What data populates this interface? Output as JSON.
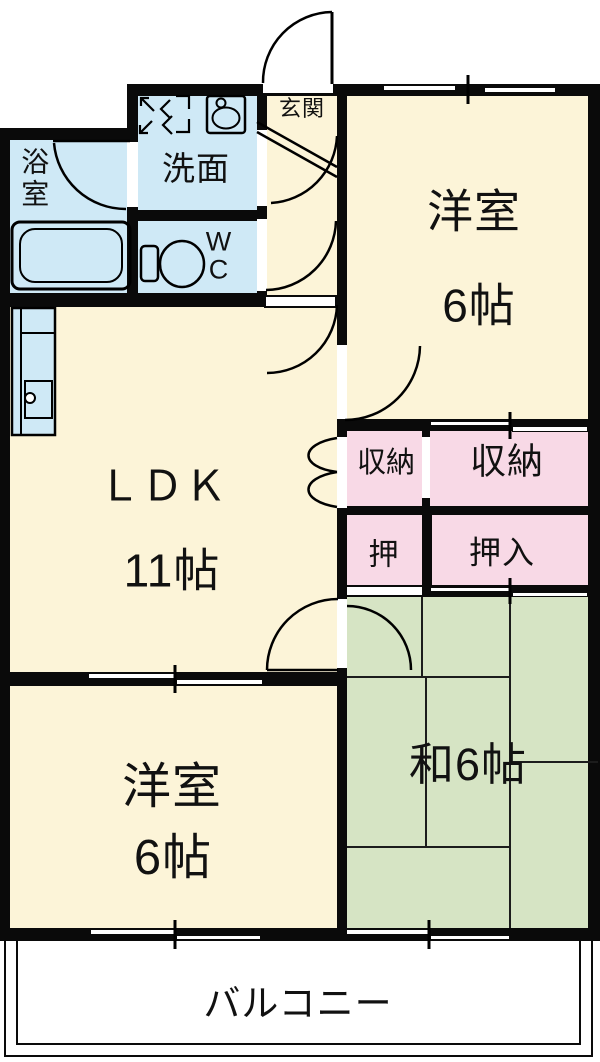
{
  "plan": {
    "type": "apartment-floor-plan",
    "rooms": {
      "genkan": {
        "label": "玄関"
      },
      "senmen": {
        "label": "洗面"
      },
      "wc": {
        "label": "W\nC"
      },
      "yokushitsu": {
        "label": "浴室"
      },
      "youshitsu_top": {
        "label": "洋室",
        "size": "6帖"
      },
      "ldk": {
        "label": "ＬＤＫ",
        "size": "11帖"
      },
      "shunou_left": {
        "label": "収納"
      },
      "shunou_right": {
        "label": "収納"
      },
      "oshi": {
        "label": "押"
      },
      "oshiire": {
        "label": "押入"
      },
      "washitsu": {
        "label": "和6帖"
      },
      "youshitsu_bottom": {
        "label": "洋室",
        "size": "6帖"
      },
      "balcony": {
        "label": "バルコニー"
      }
    },
    "colors": {
      "western_room": "#fcf4d8",
      "wet_area": "#cfe9f6",
      "closet": "#f8d9e6",
      "tatami_room": "#d6e4c4",
      "wall": "#0a0a0a",
      "background": "#ffffff"
    }
  }
}
